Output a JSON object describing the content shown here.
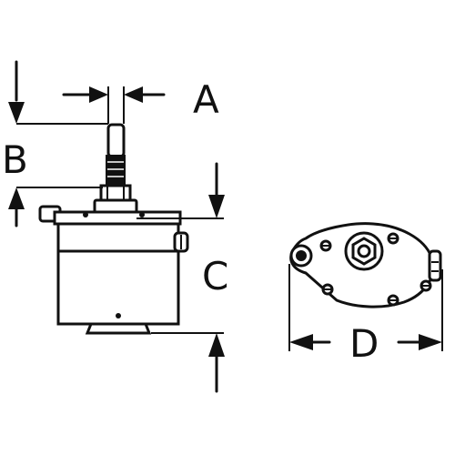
{
  "dimensions": {
    "a": "A",
    "b": "B",
    "c": "C",
    "d": "D"
  },
  "colors": {
    "line": "#111111",
    "background": "#ffffff"
  }
}
